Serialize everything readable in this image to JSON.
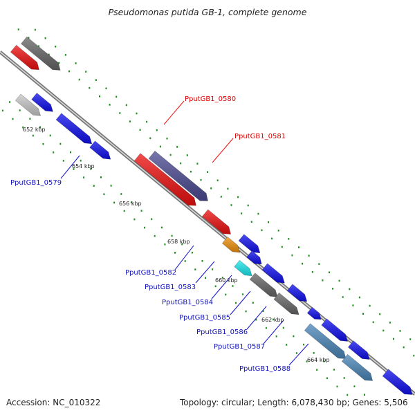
{
  "title": "Pseudomonas putida GB-1, complete genome",
  "footer": {
    "accession": "Accession: NC_010322",
    "summary": "Topology: circular; Length: 6,078,430 bp; Genes: 5,506"
  },
  "ticks": [
    "652 kbp",
    "654 kbp",
    "656 kbp",
    "658 kbp",
    "660 kbp",
    "662 kbp",
    "664 kbp"
  ],
  "gene_labels": {
    "g0580": "PputGB1_0580",
    "g0581": "PputGB1_0581",
    "g0579": "PputGB1_0579",
    "g0582": "PputGB1_0582",
    "g0583": "PputGB1_0583",
    "g0584": "PputGB1_0584",
    "g0585": "PputGB1_0585",
    "g0586": "PputGB1_0586",
    "g0587": "PputGB1_0587",
    "g0588": "PputGB1_0588"
  },
  "colors": {
    "blue": "#1010ee",
    "red": "#ee1010",
    "dark_gray": "#666666",
    "light_gray": "#c8c8c8",
    "slate": "#4b4a92",
    "orange": "#f0900a",
    "cyan": "#19e8ee",
    "steel": "#4a86b8",
    "dot_green": "#1e8c1e",
    "backbone": "#888888"
  }
}
